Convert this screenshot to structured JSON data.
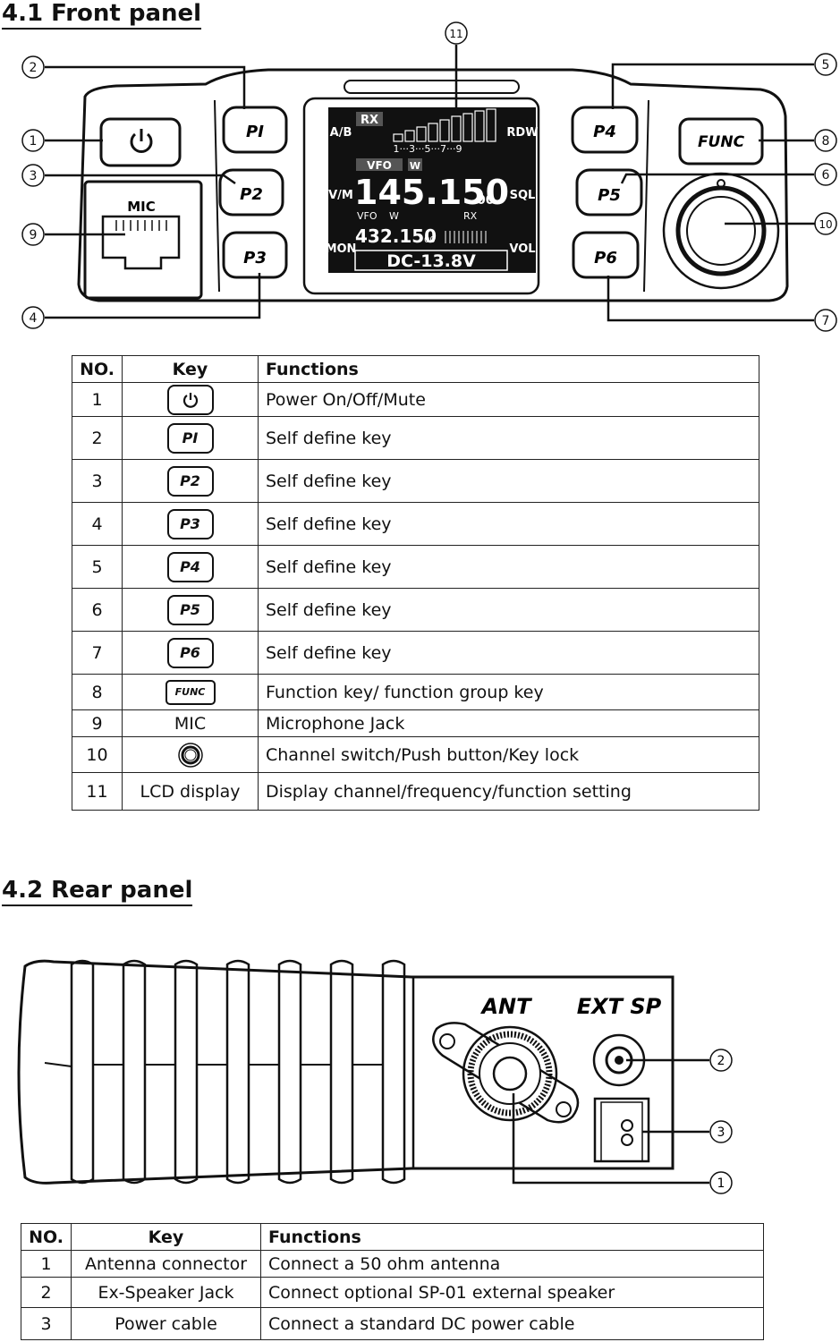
{
  "front": {
    "heading": "4.1 Front panel",
    "callouts": [
      "1",
      "2",
      "3",
      "4",
      "5",
      "6",
      "7",
      "8",
      "9",
      "10",
      "11"
    ],
    "buttons": {
      "p1": "PI",
      "p2": "P2",
      "p3": "P3",
      "p4": "P4",
      "p5": "P5",
      "p6": "P6",
      "func": "FUNC"
    },
    "mic_label": "MIC",
    "lcd": {
      "left_tags": [
        "A/B",
        "V/M",
        "MON"
      ],
      "right_tags": [
        "RDW",
        "SQL",
        "VOL"
      ],
      "rx": "RX",
      "scale": "1···3···5···7···9",
      "vfo_top": "VFO",
      "w_top": "W",
      "main_freq": "145.150",
      "main_freq_small": "00",
      "vfo_bottom": "VFO",
      "w_bottom": "W",
      "rx_bottom": "RX",
      "sub_freq": "432.150",
      "sub_freq_small": "00",
      "voltage": "DC-13.8V"
    },
    "table": {
      "headers": [
        "NO.",
        "Key",
        "Functions"
      ],
      "rows": [
        {
          "no": "1",
          "key_icon": "power-icon",
          "func": "Power On/Off/Mute"
        },
        {
          "no": "2",
          "key": "PI",
          "func": "Self define key"
        },
        {
          "no": "3",
          "key": "P2",
          "func": "Self define key"
        },
        {
          "no": "4",
          "key": "P3",
          "func": "Self define key"
        },
        {
          "no": "5",
          "key": "P4",
          "func": "Self define key"
        },
        {
          "no": "6",
          "key": "P5",
          "func": "Self define key"
        },
        {
          "no": "7",
          "key": "P6",
          "func": "Self define key"
        },
        {
          "no": "8",
          "key": "FUNC",
          "func": "Function key/ function group key"
        },
        {
          "no": "9",
          "key_text": "MIC",
          "func": "Microphone Jack"
        },
        {
          "no": "10",
          "key_icon": "knob-icon",
          "func": "Channel switch/Push button/Key lock"
        },
        {
          "no": "11",
          "key_text": "LCD display",
          "func": "Display channel/frequency/function setting"
        }
      ]
    }
  },
  "rear": {
    "heading": "4.2 Rear panel",
    "ant_label": "ANT",
    "extsp_label": "EXT SP",
    "callouts": [
      "1",
      "2",
      "3"
    ],
    "table": {
      "headers": [
        "NO.",
        "Key",
        "Functions"
      ],
      "rows": [
        {
          "no": "1",
          "key": "Antenna connector",
          "func": "Connect a 50 ohm antenna"
        },
        {
          "no": "2",
          "key": "Ex-Speaker Jack",
          "func": "Connect optional SP-01 external speaker"
        },
        {
          "no": "3",
          "key": "Power cable",
          "func": "Connect a standard DC power cable"
        }
      ]
    }
  }
}
